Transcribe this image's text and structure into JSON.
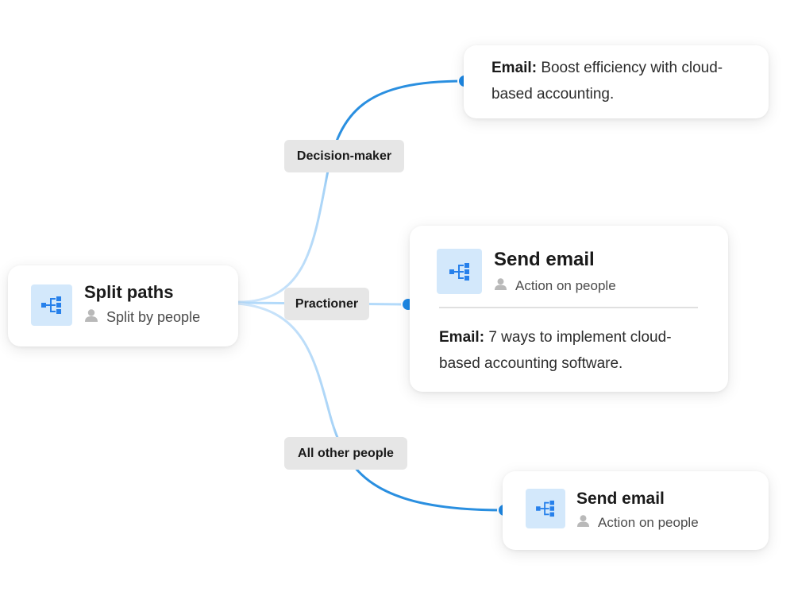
{
  "source_node": {
    "title": "Split paths",
    "subtitle": "Split by people",
    "icon": "split-paths-icon"
  },
  "paths": [
    {
      "label": "Decision-maker",
      "target": {
        "email_label": "Email:",
        "email_text": "Boost efficiency with cloud-based accounting."
      }
    },
    {
      "label": "Practioner",
      "target": {
        "title": "Send email",
        "subtitle": "Action on people",
        "email_label": "Email:",
        "email_text": "7 ways to implement cloud-based accounting software."
      }
    },
    {
      "label": "All other people",
      "target": {
        "title": "Send email",
        "subtitle": "Action on people"
      }
    }
  ],
  "colors": {
    "connector_strong": "#2a8fe0",
    "connector_light": "#a9d4f7",
    "endpoint": "#1e88e5",
    "icon_tile": "#d3e8fb",
    "icon_glyph": "#2680eb",
    "label_bg": "#e6e6e6"
  }
}
